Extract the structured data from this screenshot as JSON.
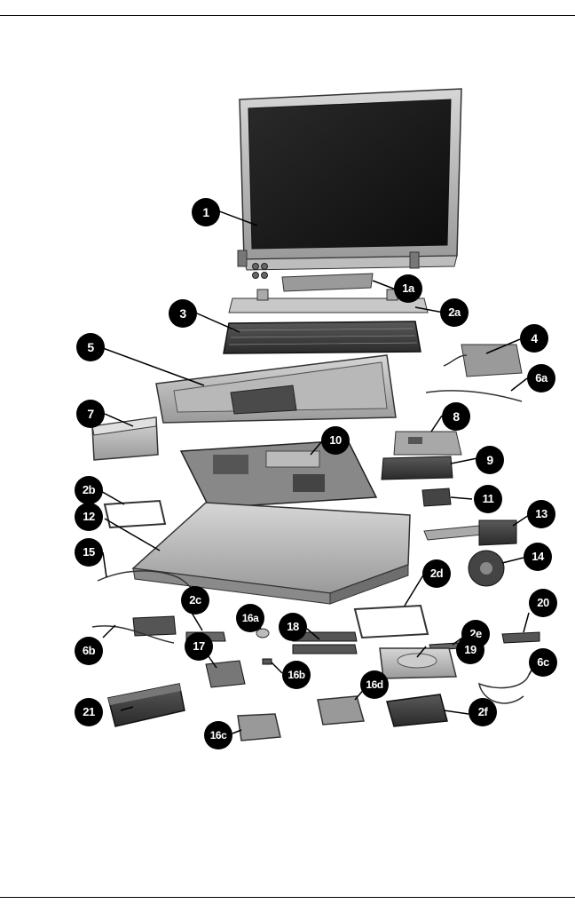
{
  "figure": {
    "callouts": {
      "c1": "1",
      "c1a": "1a",
      "c2a": "2a",
      "c3": "3",
      "c4": "4",
      "c5": "5",
      "c6a": "6a",
      "c7": "7",
      "c8": "8",
      "c9": "9",
      "c10": "10",
      "c2b": "2b",
      "c11": "11",
      "c12": "12",
      "c13": "13",
      "c14": "14",
      "c15": "15",
      "c2c": "2c",
      "c2d": "2d",
      "c16a": "16a",
      "c18": "18",
      "c2e": "2e",
      "c20": "20",
      "c6b": "6b",
      "c17": "17",
      "c16b": "16b",
      "c19": "19",
      "c6c": "6c",
      "c16d": "16d",
      "c21": "21",
      "c16c": "16c",
      "c2f": "2f"
    }
  }
}
